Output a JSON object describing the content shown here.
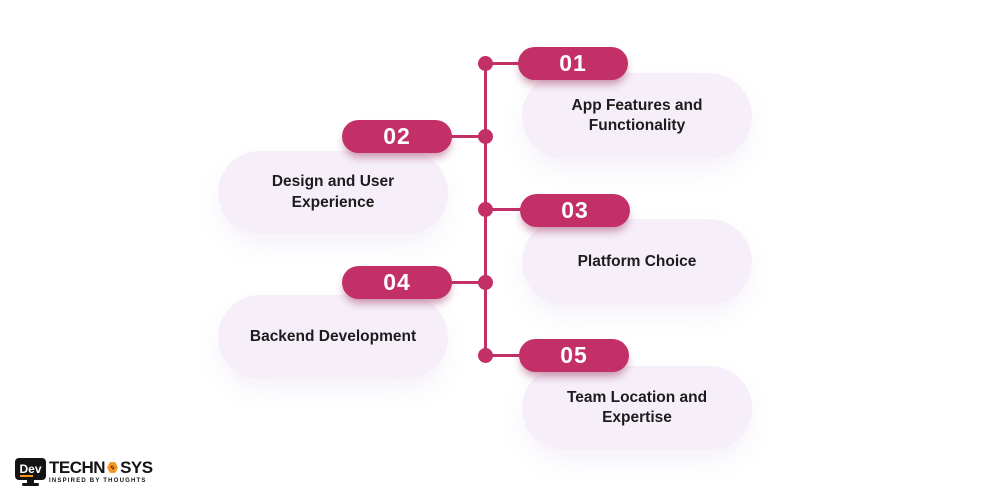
{
  "palette": {
    "accent": "#C23067",
    "card_bg": "#F6EFFA",
    "text_dark": "#1C1C1C",
    "logo_orange": "#F7941E",
    "logo_black": "#141414"
  },
  "steps": [
    {
      "number": "01",
      "label": "App Features and Functionality",
      "side": "right"
    },
    {
      "number": "02",
      "label": "Design and User Experience",
      "side": "left"
    },
    {
      "number": "03",
      "label": "Platform Choice",
      "side": "right"
    },
    {
      "number": "04",
      "label": "Backend Development",
      "side": "left"
    },
    {
      "number": "05",
      "label": "Team Location and Expertise",
      "side": "right"
    }
  ],
  "logo": {
    "monitor_text": "Dev",
    "brand_part1": "TECHN",
    "brand_part2": "SYS",
    "tagline": "INSPIRED BY THOUGHTS"
  }
}
